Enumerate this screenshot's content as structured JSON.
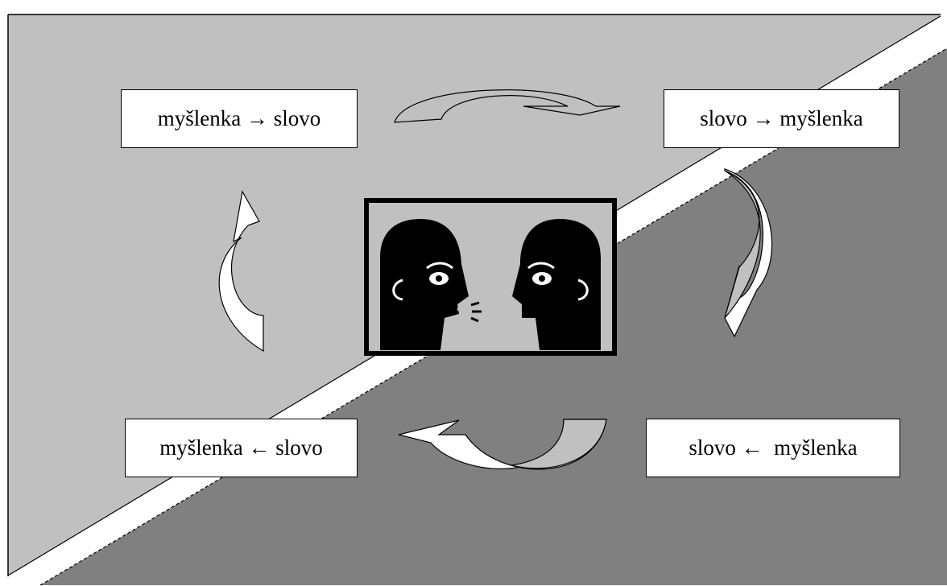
{
  "boxes": {
    "top_left": "myšlenka → slovo",
    "top_right": "slovo → myšlenka",
    "bottom_left": "myšlenka ← slovo",
    "bottom_right": "slovo ←  myšlenka"
  },
  "colors": {
    "upper_region": "#c0c0c0",
    "lower_region": "#808080",
    "box_fill": "#ffffff",
    "silhouette": "#000000",
    "picture_background": "#c0c0c0"
  },
  "icons": {
    "center": "two-faces-talking-icon",
    "arrows": [
      "curved-arrow-top-icon",
      "curved-arrow-right-icon",
      "curved-arrow-bottom-icon",
      "curved-arrow-left-icon"
    ]
  }
}
